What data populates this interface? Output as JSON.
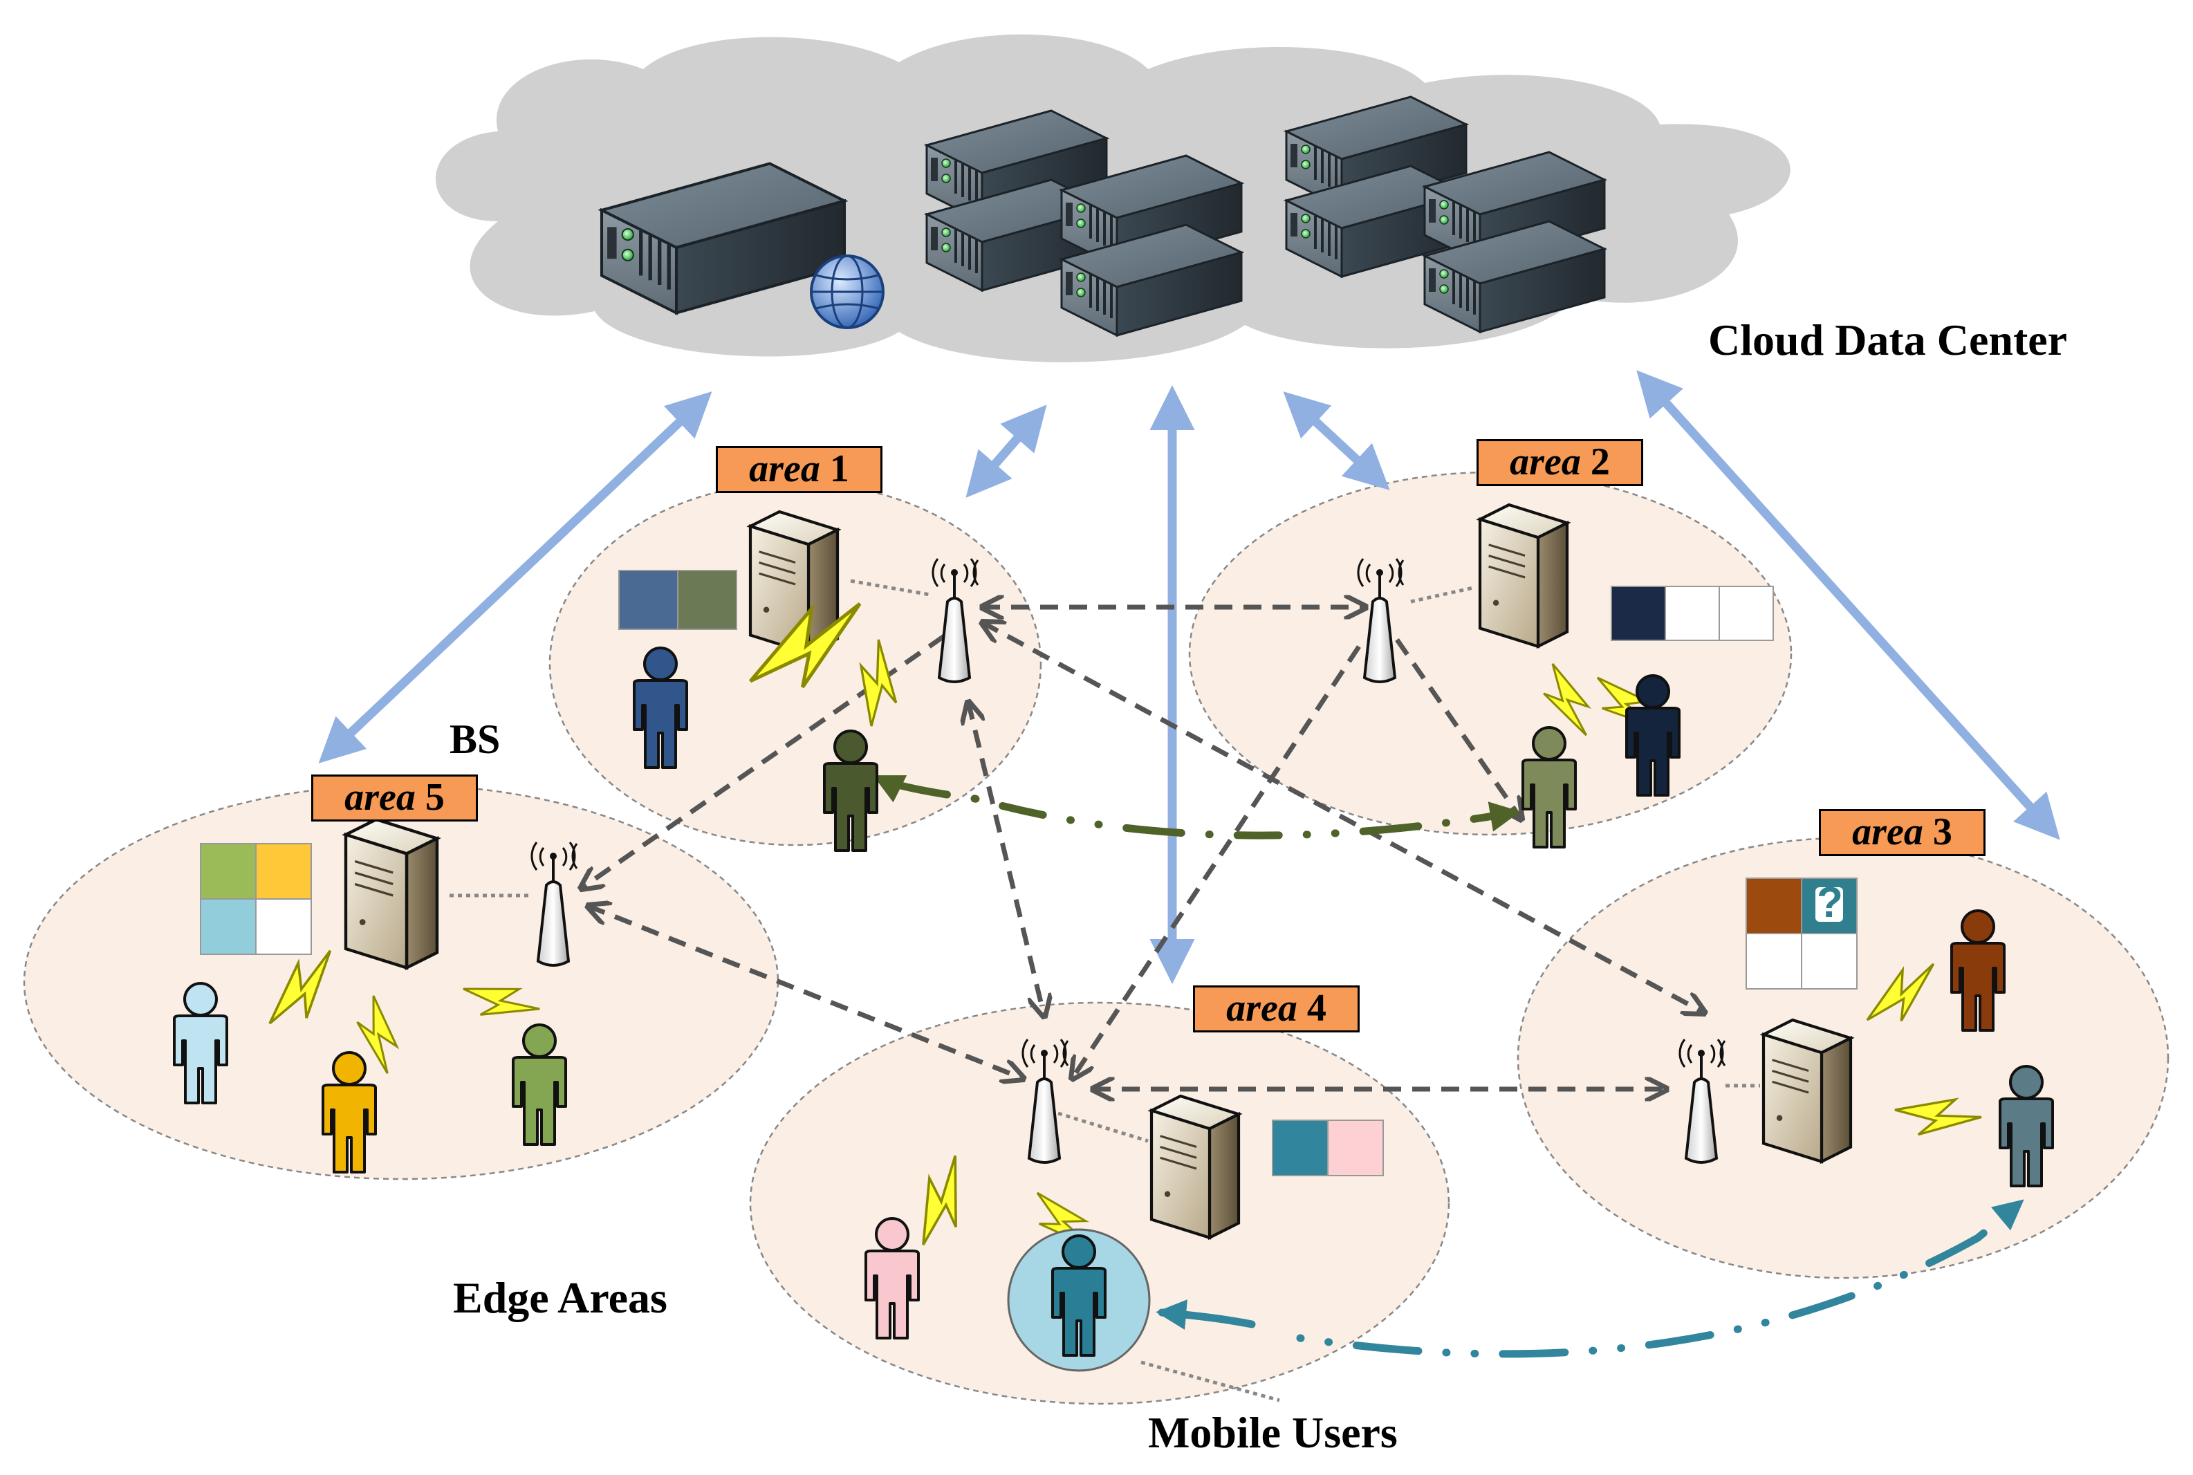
{
  "labels": {
    "cloud": "Cloud Data Center",
    "bs": "BS",
    "edge_areas": "Edge Areas",
    "mobile_users": "Mobile Users"
  },
  "areas": [
    {
      "word": "area",
      "num": "1"
    },
    {
      "word": "area",
      "num": "2"
    },
    {
      "word": "area",
      "num": "3"
    },
    {
      "word": "area",
      "num": "4"
    },
    {
      "word": "area",
      "num": "5"
    }
  ],
  "cache_unknown_mark": "?",
  "colors": {
    "tag": "#f79a55",
    "area_fill": "#fbeee4",
    "cloud_fill": "#d0d0d0",
    "cloud_link": "#8fb0e0",
    "bs_link": "#555555",
    "olive_path": "#4f6228",
    "teal_path": "#31859c"
  },
  "icons": [
    "server-rack-icon",
    "tower-server-icon",
    "antenna-icon",
    "person-icon",
    "lightning-icon",
    "globe-icon"
  ]
}
